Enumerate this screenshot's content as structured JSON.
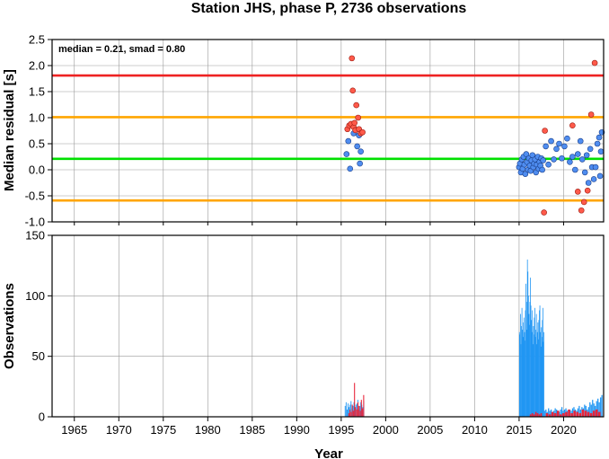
{
  "chart_data": {
    "title": "Station JHS, phase P, 2736 observations",
    "xlabel": "Year",
    "x_range": [
      1962.5,
      2024.5
    ],
    "x_ticks": [
      "1965",
      "1970",
      "1975",
      "1980",
      "1985",
      "1990",
      "1995",
      "2000",
      "2005",
      "2010",
      "2015",
      "2020"
    ],
    "colors": {
      "positive": "#ff5a4a",
      "negative": "#4f8df0",
      "bar_blue": "#2196f3",
      "bar_red": "#e8253a",
      "median_line": "#00e000",
      "smad_line": "#ffa500",
      "limit_line": "#ee2222"
    },
    "residual_panel": {
      "type": "scatter",
      "ylabel": "Median residual [s]",
      "ylim": [
        -1.0,
        2.5
      ],
      "y_ticks": [
        "-1.0",
        "-0.5",
        "0.0",
        "0.5",
        "1.0",
        "1.5",
        "2.0",
        "2.5"
      ],
      "annotation": "median = 0.21, smad = 0.80",
      "hlines": [
        {
          "y": 1.81,
          "color": "#ee2222"
        },
        {
          "y": 1.01,
          "color": "#ffa500"
        },
        {
          "y": 0.21,
          "color": "#00e000"
        },
        {
          "y": -0.59,
          "color": "#ffa500"
        }
      ],
      "red_points": [
        {
          "x": 1995.7,
          "y": 0.78
        },
        {
          "x": 1995.9,
          "y": 0.85
        },
        {
          "x": 1996.1,
          "y": 0.88
        },
        {
          "x": 1996.2,
          "y": 2.14
        },
        {
          "x": 1996.3,
          "y": 1.52
        },
        {
          "x": 1996.4,
          "y": 0.82
        },
        {
          "x": 1996.5,
          "y": 0.9
        },
        {
          "x": 1996.6,
          "y": 0.76
        },
        {
          "x": 1996.7,
          "y": 1.24
        },
        {
          "x": 1996.9,
          "y": 1.0
        },
        {
          "x": 1997.0,
          "y": 0.78
        },
        {
          "x": 1997.2,
          "y": 0.7
        },
        {
          "x": 1997.4,
          "y": 0.72
        },
        {
          "x": 2017.9,
          "y": 0.75
        },
        {
          "x": 2017.8,
          "y": -0.82
        },
        {
          "x": 2021.0,
          "y": 0.85
        },
        {
          "x": 2021.6,
          "y": -0.42
        },
        {
          "x": 2022.0,
          "y": -0.78
        },
        {
          "x": 2022.3,
          "y": -0.62
        },
        {
          "x": 2022.7,
          "y": -0.4
        },
        {
          "x": 2023.1,
          "y": 1.06
        },
        {
          "x": 2023.5,
          "y": 2.05
        }
      ],
      "blue_points": [
        {
          "x": 1995.6,
          "y": 0.3
        },
        {
          "x": 1995.8,
          "y": 0.55
        },
        {
          "x": 1996.0,
          "y": 0.02
        },
        {
          "x": 1996.4,
          "y": 0.7
        },
        {
          "x": 1996.8,
          "y": 0.45
        },
        {
          "x": 1997.0,
          "y": 0.66
        },
        {
          "x": 1997.1,
          "y": 0.12
        },
        {
          "x": 1997.2,
          "y": 0.35
        },
        {
          "x": 2015.0,
          "y": 0.05
        },
        {
          "x": 2015.1,
          "y": 0.12
        },
        {
          "x": 2015.2,
          "y": -0.05
        },
        {
          "x": 2015.3,
          "y": 0.2
        },
        {
          "x": 2015.4,
          "y": 0.02
        },
        {
          "x": 2015.5,
          "y": 0.25
        },
        {
          "x": 2015.6,
          "y": 0.1
        },
        {
          "x": 2015.7,
          "y": -0.08
        },
        {
          "x": 2015.8,
          "y": 0.3
        },
        {
          "x": 2015.9,
          "y": 0.15
        },
        {
          "x": 2016.0,
          "y": 0.0
        },
        {
          "x": 2016.1,
          "y": 0.22
        },
        {
          "x": 2016.2,
          "y": 0.08
        },
        {
          "x": 2016.3,
          "y": -0.02
        },
        {
          "x": 2016.4,
          "y": 0.18
        },
        {
          "x": 2016.5,
          "y": 0.28
        },
        {
          "x": 2016.6,
          "y": 0.05
        },
        {
          "x": 2016.7,
          "y": 0.12
        },
        {
          "x": 2016.8,
          "y": 0.2
        },
        {
          "x": 2016.9,
          "y": -0.05
        },
        {
          "x": 2017.0,
          "y": 0.1
        },
        {
          "x": 2017.1,
          "y": 0.25
        },
        {
          "x": 2017.2,
          "y": 0.02
        },
        {
          "x": 2017.3,
          "y": 0.15
        },
        {
          "x": 2017.4,
          "y": 0.08
        },
        {
          "x": 2017.5,
          "y": 0.22
        },
        {
          "x": 2017.6,
          "y": 0.0
        },
        {
          "x": 2017.7,
          "y": 0.18
        },
        {
          "x": 2018.0,
          "y": 0.45
        },
        {
          "x": 2018.3,
          "y": 0.1
        },
        {
          "x": 2018.6,
          "y": 0.55
        },
        {
          "x": 2018.9,
          "y": 0.2
        },
        {
          "x": 2019.2,
          "y": 0.4
        },
        {
          "x": 2019.5,
          "y": 0.5
        },
        {
          "x": 2019.8,
          "y": 0.22
        },
        {
          "x": 2020.1,
          "y": 0.45
        },
        {
          "x": 2020.4,
          "y": 0.6
        },
        {
          "x": 2020.7,
          "y": 0.15
        },
        {
          "x": 2021.0,
          "y": 0.25
        },
        {
          "x": 2021.3,
          "y": 0.0
        },
        {
          "x": 2021.6,
          "y": 0.3
        },
        {
          "x": 2021.9,
          "y": 0.55
        },
        {
          "x": 2022.1,
          "y": 0.2
        },
        {
          "x": 2022.4,
          "y": -0.05
        },
        {
          "x": 2022.6,
          "y": 0.28
        },
        {
          "x": 2022.8,
          "y": -0.25
        },
        {
          "x": 2023.0,
          "y": 0.4
        },
        {
          "x": 2023.2,
          "y": 0.05
        },
        {
          "x": 2023.4,
          "y": -0.18
        },
        {
          "x": 2023.6,
          "y": 0.05
        },
        {
          "x": 2023.8,
          "y": 0.5
        },
        {
          "x": 2024.0,
          "y": 0.62
        },
        {
          "x": 2024.2,
          "y": 0.35
        },
        {
          "x": 2024.3,
          "y": 0.72
        },
        {
          "x": 2024.1,
          "y": -0.12
        }
      ]
    },
    "obs_panel": {
      "type": "bar",
      "ylabel": "Observations",
      "ylim": [
        0,
        150
      ],
      "y_ticks": [
        "0",
        "50",
        "100",
        "150"
      ],
      "segments": [
        {
          "x0": 1995.4,
          "x1": 1997.6,
          "values": [
            9,
            12,
            6,
            11,
            8,
            10,
            13,
            7,
            9,
            12,
            8,
            10,
            11,
            14,
            6,
            9,
            12,
            10,
            8,
            13
          ]
        },
        {
          "x0": 2015.0,
          "x1": 2017.8,
          "values": [
            70,
            68,
            85,
            60,
            75,
            90,
            72,
            66,
            78,
            82,
            70,
            63,
            88,
            110,
            95,
            72,
            130,
            120,
            100,
            85,
            76,
            95,
            115,
            92,
            80,
            70,
            88,
            60,
            75,
            68,
            82,
            90,
            66,
            72,
            85,
            60,
            70,
            78,
            64,
            80,
            88,
            92,
            70,
            58,
            74,
            66,
            80,
            90,
            62,
            70
          ]
        },
        {
          "x0": 2017.8,
          "x1": 2024.4,
          "values": [
            5,
            6,
            4,
            7,
            5,
            6,
            4,
            5,
            7,
            6,
            5,
            4,
            6,
            8,
            5,
            6,
            7,
            5,
            4,
            6,
            5,
            7,
            8,
            6,
            5,
            7,
            9,
            6,
            8,
            7,
            10,
            9,
            6,
            8,
            12,
            10,
            14,
            11,
            9,
            13,
            15,
            12,
            16,
            18
          ]
        }
      ],
      "red_segments": [
        {
          "x0": 1995.8,
          "x1": 1997.6,
          "values": [
            3,
            6,
            4,
            10,
            5,
            28,
            8,
            6,
            12,
            9,
            5,
            14,
            7,
            18
          ]
        },
        {
          "x0": 2016.2,
          "x1": 2017.6,
          "values": [
            2,
            3,
            2,
            4,
            3,
            2,
            3
          ]
        },
        {
          "x0": 2018.0,
          "x1": 2024.2,
          "values": [
            3,
            2,
            4,
            3,
            5,
            2,
            3,
            4,
            6,
            3,
            5,
            4,
            3,
            6,
            5,
            4,
            3,
            5,
            6,
            4
          ]
        }
      ]
    }
  }
}
